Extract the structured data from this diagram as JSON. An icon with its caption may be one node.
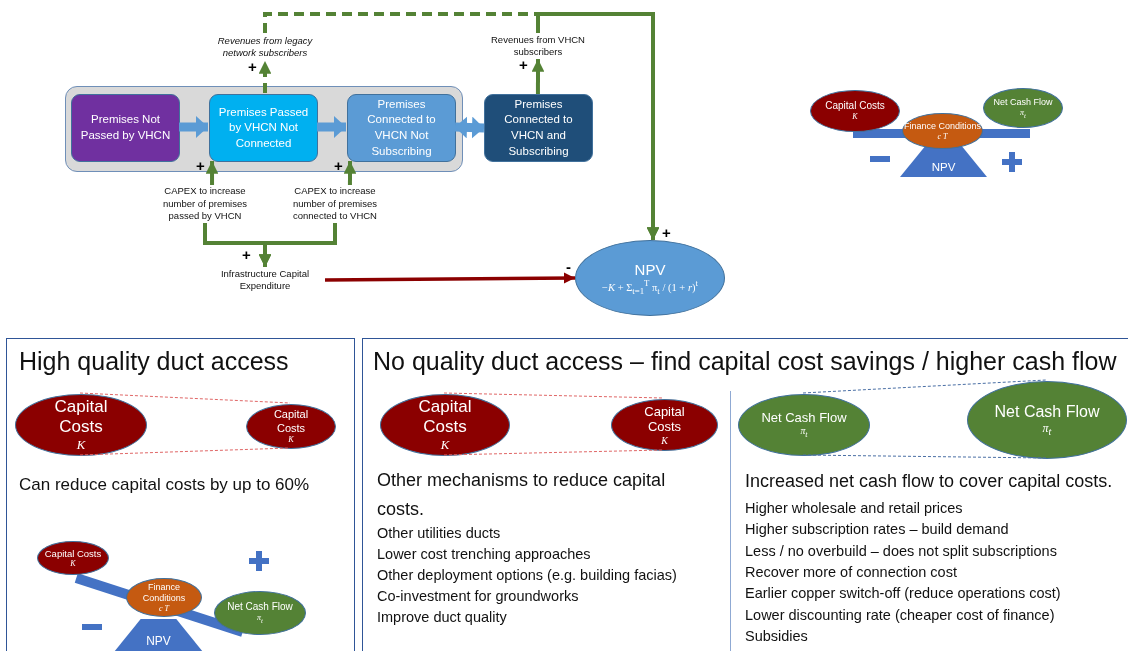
{
  "diagram": {
    "nodes": [
      {
        "text": [],
        "shape": "box"
      },
      {
        "text": [
          "Premises Not Passed by VHCN"
        ],
        "in": 0
      },
      {
        "text": [
          "Premises Passed by VHCN Not Connected"
        ],
        "in": 0
      },
      {
        "text": [
          "Premises Connected to VHCN Not Subscribing"
        ],
        "in": 0
      },
      {
        "text": [
          "Premises Connected to VHCN and Subscribing"
        ]
      },
      {
        "text": [
          "Revenues from legacy network subscribers"
        ]
      },
      {
        "text": [
          "Revenues from VHCN subscribers"
        ]
      },
      {
        "text": [
          "CAPEX to increase number of premises passed by VHCN"
        ]
      },
      {
        "text": [
          "CAPEX to increase number of premises connected to VHCN"
        ]
      },
      {
        "text": [
          "Infrastructure Capital Expenditure"
        ]
      },
      {
        "text": [
          "NPV",
          "−*K* + Σ$_{t=1}$$^{T}$ π$_{t}$ / (1 + *r*)$^{t}$"
        ]
      },
      {
        "text": [
          "Capital Costs",
          "K"
        ]
      },
      {
        "text": [
          "Finance Conditions",
          "c T"
        ]
      },
      {
        "text": [
          "Net Cash Flow",
          "π$_{t}$"
        ]
      },
      {
        "text": [
          "NPV"
        ]
      },
      {
        "text": [
          "High quality duct access",
          "Can reduce capital costs by up to 60%"
        ]
      },
      {
        "text": [
          "Capital Costs",
          "K"
        ],
        "in": 15
      },
      {
        "text": [
          "Capital Costs",
          "K"
        ],
        "in": 15
      },
      {
        "text": [
          "Capital Costs",
          "K"
        ],
        "in": 15
      },
      {
        "text": [
          "Finance Conditions",
          "c T"
        ],
        "in": 15
      },
      {
        "text": [
          "Net Cash Flow",
          "π$_{t}$"
        ],
        "in": 15
      },
      {
        "text": [
          "NPV"
        ],
        "in": 15
      },
      {
        "text": [
          "No quality duct access – find capital cost savings / higher cash flow",
          "Other mechanisms to reduce capital costs.",
          "Other utilities ducts",
          "Lower cost trenching approaches",
          "Other deployment options (e.g. building facias)",
          "Co-investment for groundworks",
          "Improve duct quality",
          "Increased net cash flow to cover capital costs.",
          "Higher wholesale and retail prices",
          "Higher subscription rates – build demand",
          "Less / no overbuild – does not split subscriptions",
          "Recover more of connection cost",
          "Earlier copper switch-off (reduce operations cost)",
          "Lower discounting rate (cheaper cost of finance)",
          "Subsidies"
        ]
      },
      {
        "text": [
          "Capital Costs",
          "K"
        ],
        "in": 22
      },
      {
        "text": [
          "Capital Costs",
          "K"
        ],
        "in": 22
      },
      {
        "text": [
          "Net Cash Flow",
          "π$_{t}$"
        ],
        "in": 22
      },
      {
        "text": [
          "Net Cash Flow",
          "π$_{t}$"
        ],
        "in": 22
      }
    ],
    "edges": [
      {
        "from": 1,
        "to": 2,
        "arrow": "to",
        "style": "thick",
        "color": "#5b9bd5"
      },
      {
        "from": 2,
        "to": 3,
        "arrow": "to",
        "style": "thick",
        "color": "#5b9bd5"
      },
      {
        "from": 3,
        "to": 4,
        "arrow": "both",
        "style": "thick",
        "color": "#5b9bd5"
      },
      {
        "from": 2,
        "to": 5,
        "arrow": "to",
        "style": "dashed",
        "label": "+"
      },
      {
        "from": 4,
        "to": 6,
        "arrow": "to",
        "label": "+"
      },
      {
        "from": 5,
        "to": 10,
        "arrow": "to",
        "style": "dashed"
      },
      {
        "from": 6,
        "to": 10,
        "arrow": "to",
        "label": "+"
      },
      {
        "from": 7,
        "to": 2,
        "arrow": "to",
        "label": "+"
      },
      {
        "from": 8,
        "to": 3,
        "arrow": "to",
        "label": "+"
      },
      {
        "from": 7,
        "to": 9,
        "arrow": "to",
        "label": "+"
      },
      {
        "from": 8,
        "to": 9,
        "arrow": "to"
      },
      {
        "from": 9,
        "to": 10,
        "arrow": "to",
        "label": "-",
        "color": "#8b0000"
      },
      {
        "from": 16,
        "to": 17,
        "arrow": "none",
        "style": "dashed",
        "color": "#e06666"
      },
      {
        "from": 16,
        "to": 17,
        "arrow": "none",
        "style": "dashed",
        "color": "#e06666"
      },
      {
        "from": 23,
        "to": 24,
        "arrow": "none",
        "style": "dashed",
        "color": "#e06666"
      },
      {
        "from": 23,
        "to": 24,
        "arrow": "none",
        "style": "dashed",
        "color": "#e06666"
      },
      {
        "from": 25,
        "to": 26,
        "arrow": "none",
        "style": "dashed",
        "color": "#4a6fa5"
      },
      {
        "from": 25,
        "to": 26,
        "arrow": "none",
        "style": "dashed",
        "color": "#4a6fa5"
      }
    ]
  }
}
